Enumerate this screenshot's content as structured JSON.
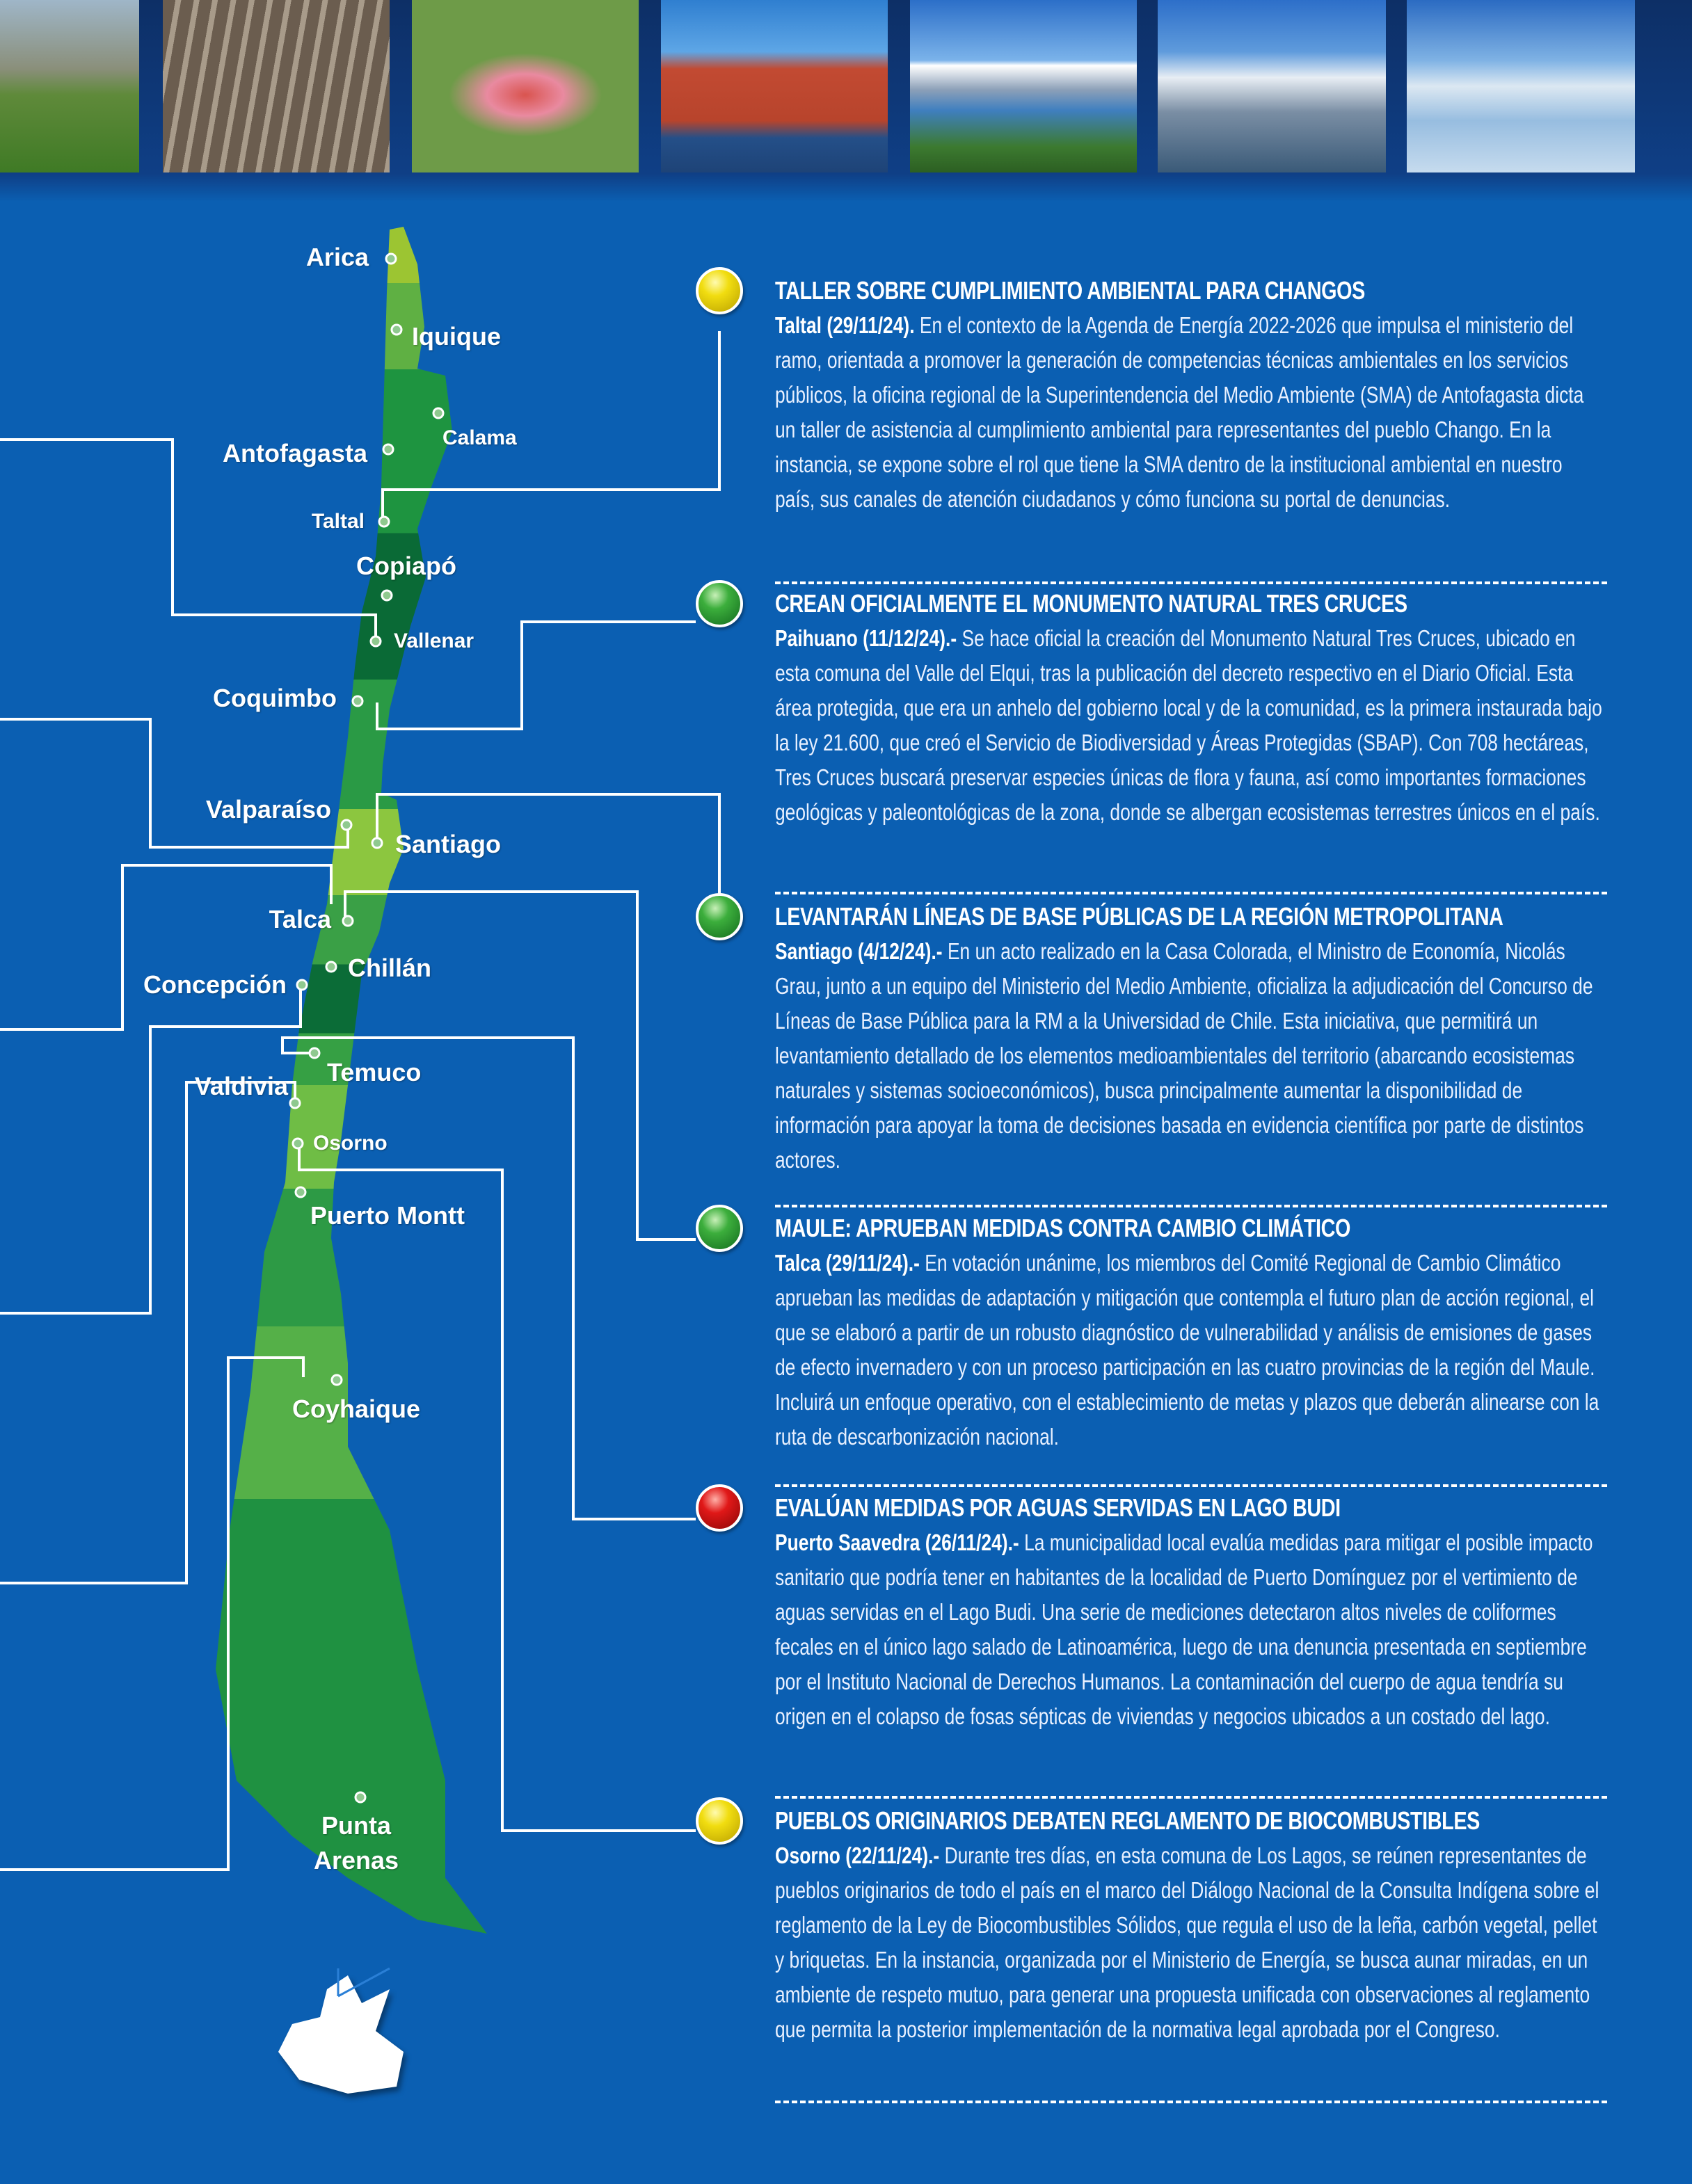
{
  "colors": {
    "background": "#0b5fb2",
    "yellow_bulb": "#e8d200",
    "green_bulb": "#2f9e2f",
    "red_bulb": "#d41414"
  },
  "map": {
    "cities": [
      "Arica",
      "Iquique",
      "Calama",
      "Antofagasta",
      "Taltal",
      "Copiapó",
      "Vallenar",
      "Coquimbo",
      "Valparaíso",
      "Santiago",
      "Talca",
      "Chillán",
      "Concepción",
      "Temuco",
      "Valdivia",
      "Osorno",
      "Puerto Montt",
      "Coyhaique",
      "Punta Arenas"
    ]
  },
  "articles": [
    {
      "bulb": "yellow",
      "title": "TALLER SOBRE CUMPLIMIENTO AMBIENTAL PARA CHANGOS",
      "place_date": "Taltal (29/11/24).",
      "body": "En el contexto de la Agenda de Energía 2022-2026 que impulsa el ministerio del ramo, orientada a promover la generación de competencias técnicas ambientales en los servicios públicos, la oficina regional de la Superintendencia del Medio Ambiente (SMA) de Antofagasta dicta un taller de asistencia al cumplimiento ambiental para representantes del pueblo Chango. En la instancia, se expone sobre el rol que tiene la SMA dentro de la institucional ambiental en nuestro país, sus canales de atención ciudadanos y cómo funciona su portal de denuncias."
    },
    {
      "bulb": "green",
      "title": "CREAN OFICIALMENTE EL MONUMENTO NATURAL TRES CRUCES",
      "place_date": "Paihuano (11/12/24).-",
      "body": "Se hace oficial la creación del Monumento Natural Tres Cruces, ubicado en esta comuna del Valle del Elqui, tras la publicación del decreto respectivo en el Diario Oficial. Esta área protegida, que era un anhelo del gobierno local y de la comunidad, es la primera instaurada bajo la ley 21.600, que creó el Servicio de Biodiversidad y Áreas Protegidas (SBAP). Con 708 hectáreas, Tres Cruces buscará preservar especies únicas de flora y fauna, así como importantes formaciones geológicas y paleontológicas de la zona, donde se albergan ecosistemas terrestres únicos en el país."
    },
    {
      "bulb": "green",
      "title": "LEVANTARÁN LÍNEAS DE BASE PÚBLICAS DE LA REGIÓN METROPOLITANA",
      "place_date": "Santiago (4/12/24).-",
      "body": "En un acto realizado en la Casa Colorada, el Ministro de Economía, Nicolás Grau, junto a un equipo del Ministerio del Medio Ambiente, oficializa la adjudicación del Concurso de Líneas de Base Pública para la RM a la Universidad de Chile. Esta iniciativa, que permitirá un levantamiento detallado de los elementos medioambientales del territorio (abarcando ecosistemas naturales y sistemas socioeconómicos), busca principalmente aumentar la disponibilidad de información para apoyar la toma de decisiones basada en evidencia científica por parte de distintos actores."
    },
    {
      "bulb": "green",
      "title": "MAULE: APRUEBAN MEDIDAS CONTRA CAMBIO CLIMÁTICO",
      "place_date": "Talca (29/11/24).-",
      "body": "En votación unánime, los miembros del Comité Regional de Cambio Climático aprueban las medidas de adaptación y mitigación que contempla el futuro plan de acción regional, el que se elaboró a partir de un robusto diagnóstico de vulnerabilidad y análisis de emisiones de gases de efecto invernadero y con un proceso participación en las cuatro provincias de la región del Maule. Incluirá un enfoque operativo, con el establecimiento de metas y plazos que deberán alinearse con la ruta de descarbonización nacional."
    },
    {
      "bulb": "red",
      "title": "EVALÚAN MEDIDAS POR AGUAS SERVIDAS EN LAGO BUDI",
      "place_date": "Puerto Saavedra (26/11/24).-",
      "body": "La municipalidad local evalúa medidas para mitigar el posible impacto sanitario que podría tener en habitantes de la localidad de Puerto Domínguez por el vertimiento de aguas servidas en el Lago Budi. Una serie de mediciones detectaron altos niveles de coliformes fecales en el único lago salado de Latinoamérica, luego de una denuncia presentada en septiembre por el Instituto Nacional de Derechos Humanos. La contaminación del cuerpo de agua tendría su origen en el colapso de fosas sépticas de viviendas y negocios ubicados a un costado del lago."
    },
    {
      "bulb": "yellow",
      "title": "PUEBLOS ORIGINARIOS DEBATEN REGLAMENTO DE BIOCOMBUSTIBLES",
      "place_date": "Osorno (22/11/24).-",
      "body": "Durante tres días, en esta comuna de Los Lagos, se reúnen representantes de pueblos originarios de todo el país en el marco del Diálogo Nacional de la Consulta Indígena sobre el reglamento de la Ley de Biocombustibles Sólidos, que regula el uso de la leña, carbón vegetal, pellet y briquetas. En la instancia, organizada por el Ministerio de Energía, se busca aunar miradas, en un ambiente de respeto mutuo, para generar una propuesta unificada con observaciones al reglamento que permita la posterior implementación de la normativa legal aprobada por el Congreso."
    }
  ]
}
